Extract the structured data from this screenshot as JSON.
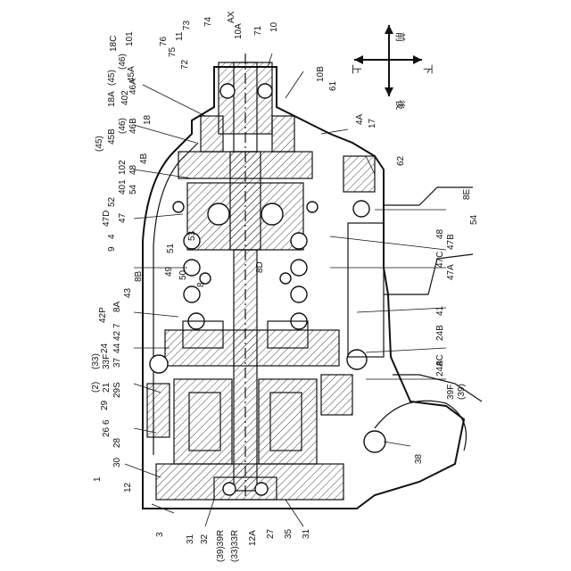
{
  "direction": {
    "forward": "前",
    "backward": "後",
    "up": "上",
    "down": "下"
  },
  "labels_rotated": [
    "74",
    "73",
    "11",
    "76",
    "75",
    "72",
    "101",
    "18C",
    "(46)",
    "45A",
    "(45)",
    "46A",
    "402",
    "18A",
    "18",
    "(46)",
    "46B",
    "45B",
    "(45)",
    "102",
    "48",
    "4B",
    "54",
    "401",
    "52",
    "47D",
    "47",
    "4",
    "9",
    "53",
    "51",
    "8B",
    "49",
    "50",
    "8",
    "43",
    "8A",
    "42P",
    "7",
    "42",
    "24",
    "44",
    "(33)",
    "33F",
    "37",
    "(2)",
    "21",
    "29S",
    "29",
    "6",
    "26",
    "28",
    "30",
    "12",
    "AX",
    "10A",
    "71",
    "10",
    "10B",
    "61",
    "4A",
    "17",
    "62",
    "8E",
    "54",
    "48",
    "47C",
    "47B",
    "47A",
    "8D",
    "41",
    "24B",
    "24A",
    "8C",
    "39F",
    "(39)",
    "38",
    "3",
    "31",
    "32",
    "(39)39R",
    "(33)33R",
    "12A",
    "27",
    "35",
    "31",
    "1"
  ]
}
